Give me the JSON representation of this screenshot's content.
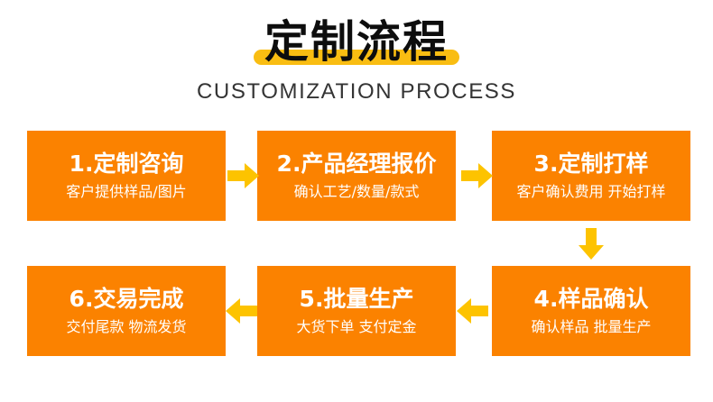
{
  "header": {
    "title": "定制流程",
    "subtitle": "CUSTOMIZATION PROCESS",
    "underline_color": "#f9bd12",
    "title_color": "#0d0d0d",
    "subtitle_color": "#343434"
  },
  "theme": {
    "box_color": "#fb8200",
    "arrow_color": "#fdc300",
    "text_color": "#ffffff",
    "background": "#ffffff"
  },
  "flow": {
    "steps": [
      {
        "number": "1",
        "title": "1.定制咨询",
        "desc": "客户提供样品/图片"
      },
      {
        "number": "2",
        "title": "2.产品经理报价",
        "desc": "确认工艺/数量/款式"
      },
      {
        "number": "3",
        "title": "3.定制打样",
        "desc": "客户确认费用 开始打样"
      },
      {
        "number": "4",
        "title": "4.样品确认",
        "desc": "确认样品 批量生产"
      },
      {
        "number": "5",
        "title": "5.批量生产",
        "desc": "大货下单 支付定金"
      },
      {
        "number": "6",
        "title": "6.交易完成",
        "desc": "交付尾款 物流发货"
      }
    ],
    "connectors": [
      {
        "from": "1",
        "to": "2",
        "direction": "right"
      },
      {
        "from": "2",
        "to": "3",
        "direction": "right"
      },
      {
        "from": "3",
        "to": "4",
        "direction": "down"
      },
      {
        "from": "4",
        "to": "5",
        "direction": "left"
      },
      {
        "from": "5",
        "to": "6",
        "direction": "left"
      }
    ]
  }
}
